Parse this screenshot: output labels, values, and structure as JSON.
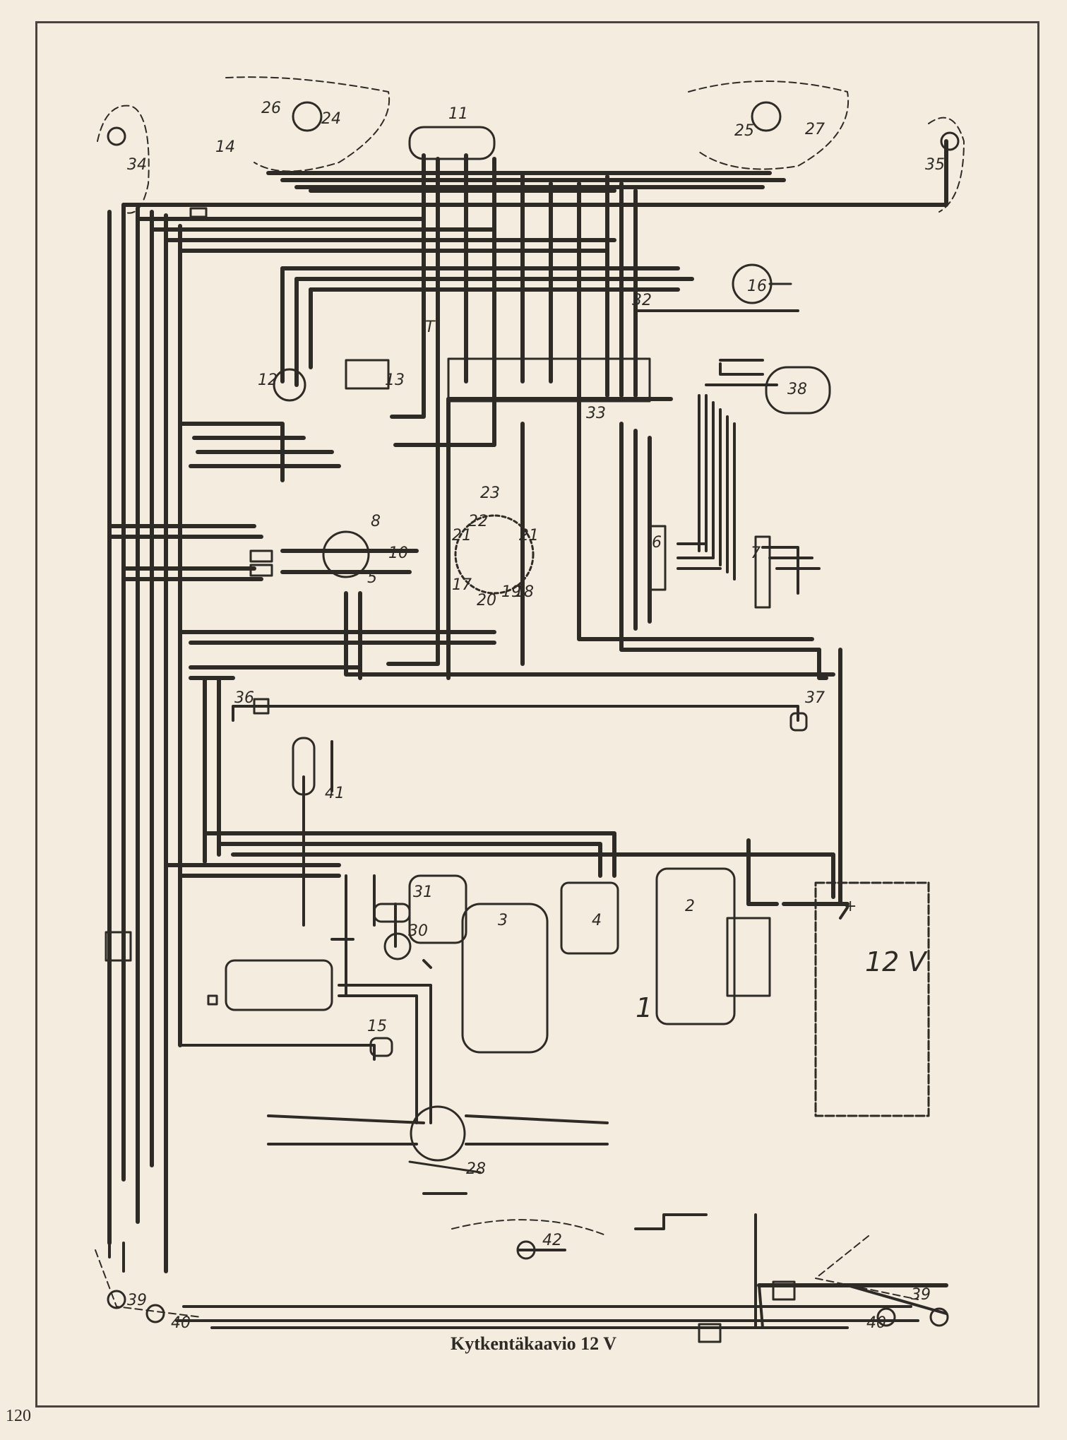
{
  "caption": "Kytkentäkaavio 12 V",
  "page_number": "120",
  "battery_voltage": "12 V",
  "battery_plus": "+",
  "colors": {
    "paper": "#f3ecdf",
    "ink": "#2e2a26",
    "frame": "#4a4440"
  },
  "components": [
    "1",
    "2",
    "3",
    "4",
    "5",
    "6",
    "7",
    "8",
    "10",
    "11",
    "12",
    "13",
    "14",
    "15",
    "16",
    "17",
    "18",
    "19",
    "20",
    "21",
    "22",
    "23",
    "24",
    "25",
    "26",
    "27",
    "28",
    "30",
    "31",
    "32",
    "33",
    "34",
    "35",
    "36",
    "37",
    "38",
    "39",
    "40",
    "41",
    "42",
    "T"
  ]
}
